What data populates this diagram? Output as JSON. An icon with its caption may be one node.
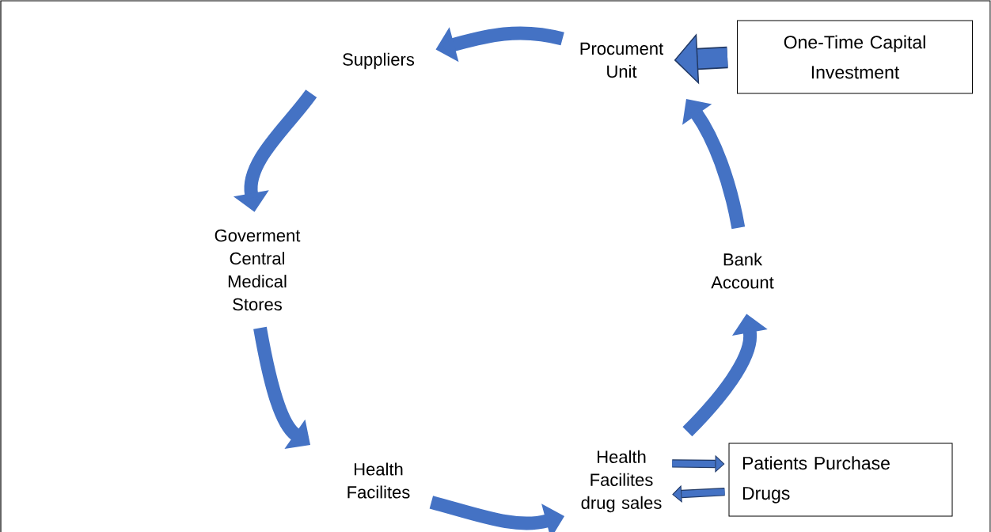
{
  "diagram": {
    "nodes": [
      {
        "text": [
          "Procument Unit"
        ]
      },
      {
        "text": [
          "Suppliers"
        ]
      },
      {
        "text": [
          "Goverment Central Medical Stores"
        ]
      },
      {
        "text": [
          "Health Facilites"
        ]
      },
      {
        "text": [
          "Health Facilites drug sales"
        ]
      },
      {
        "text": [
          "Bank Account"
        ]
      },
      {
        "text": [
          "One-Time Capital Investment"
        ]
      },
      {
        "text": [
          "Patients Purchase Drugs"
        ]
      }
    ],
    "edges": [
      {
        "from": 0,
        "to": 1,
        "arrow": "to"
      },
      {
        "from": 1,
        "to": 2,
        "arrow": "to"
      },
      {
        "from": 2,
        "to": 3,
        "arrow": "to"
      },
      {
        "from": 3,
        "to": 4,
        "arrow": "to"
      },
      {
        "from": 4,
        "to": 5,
        "arrow": "to"
      },
      {
        "from": 5,
        "to": 0,
        "arrow": "to"
      },
      {
        "from": 6,
        "to": 0,
        "arrow": "to",
        "color": "#203864"
      },
      {
        "from": 4,
        "to": 7,
        "arrow": "to",
        "color": "#203864"
      },
      {
        "from": 7,
        "to": 4,
        "arrow": "to",
        "color": "#203864"
      }
    ]
  }
}
